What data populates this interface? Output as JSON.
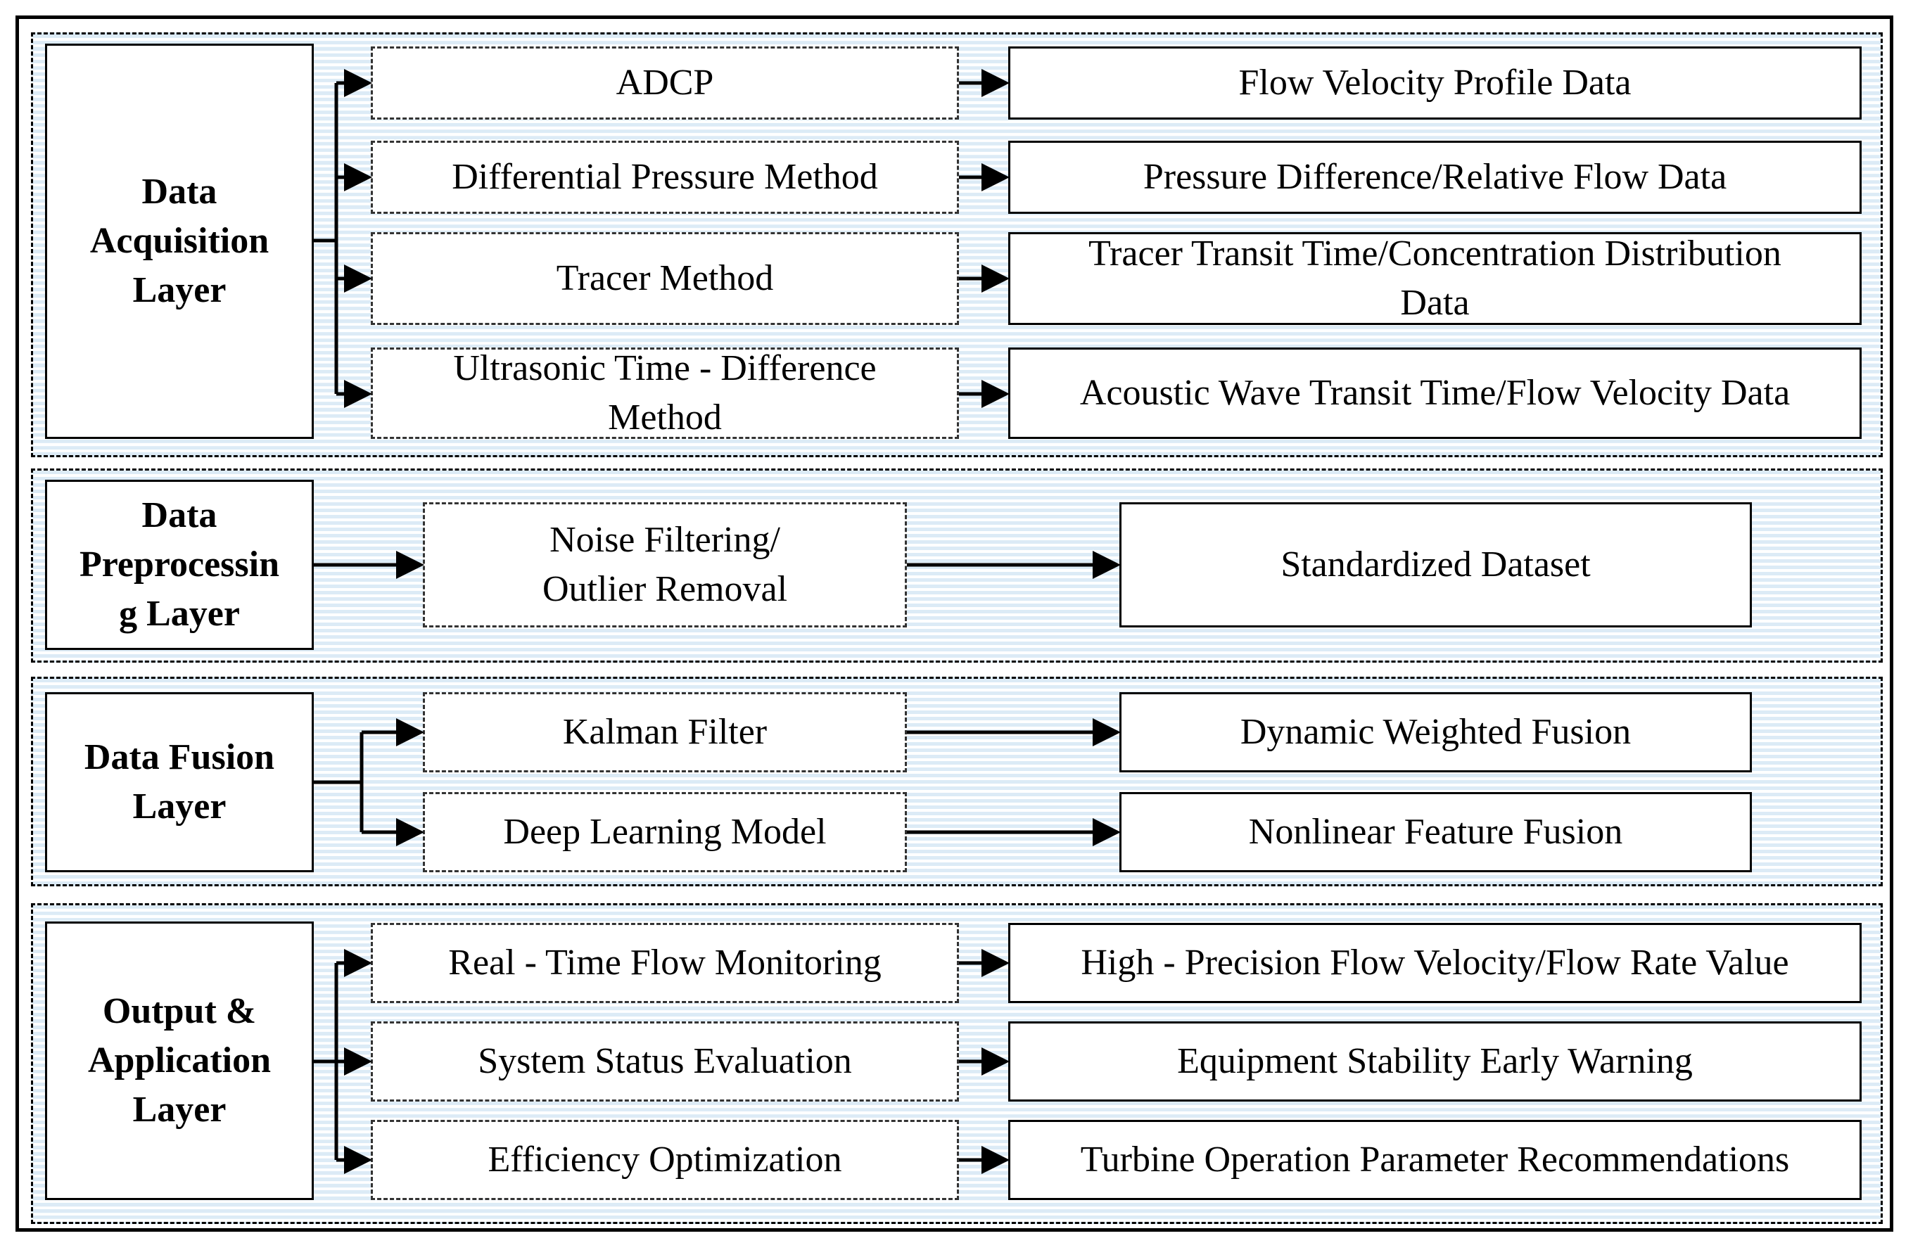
{
  "layers": [
    {
      "title": "Data\nAcquisition\nLayer",
      "rows": [
        {
          "method": "ADCP",
          "result": "Flow Velocity Profile Data"
        },
        {
          "method": "Differential Pressure Method",
          "result": "Pressure Difference/Relative Flow Data"
        },
        {
          "method": "Tracer Method",
          "result": "Tracer Transit Time/Concentration Distribution\nData"
        },
        {
          "method": "Ultrasonic Time - Difference\nMethod",
          "result": "Acoustic Wave Transit Time/Flow Velocity Data"
        }
      ]
    },
    {
      "title": "Data\nPreprocessin\ng Layer",
      "rows": [
        {
          "method": "Noise Filtering/\nOutlier Removal",
          "result": "Standardized Dataset"
        }
      ]
    },
    {
      "title": "Data Fusion\nLayer",
      "rows": [
        {
          "method": "Kalman Filter",
          "result": "Dynamic Weighted Fusion"
        },
        {
          "method": "Deep Learning Model",
          "result": "Nonlinear Feature Fusion"
        }
      ]
    },
    {
      "title": "Output &\nApplication\nLayer",
      "rows": [
        {
          "method": "Real - Time Flow Monitoring",
          "result": "High - Precision Flow Velocity/Flow Rate Value"
        },
        {
          "method": "System Status Evaluation",
          "result": "Equipment Stability Early Warning"
        },
        {
          "method": "Efficiency Optimization",
          "result": "Turbine Operation Parameter Recommendations"
        }
      ]
    }
  ]
}
